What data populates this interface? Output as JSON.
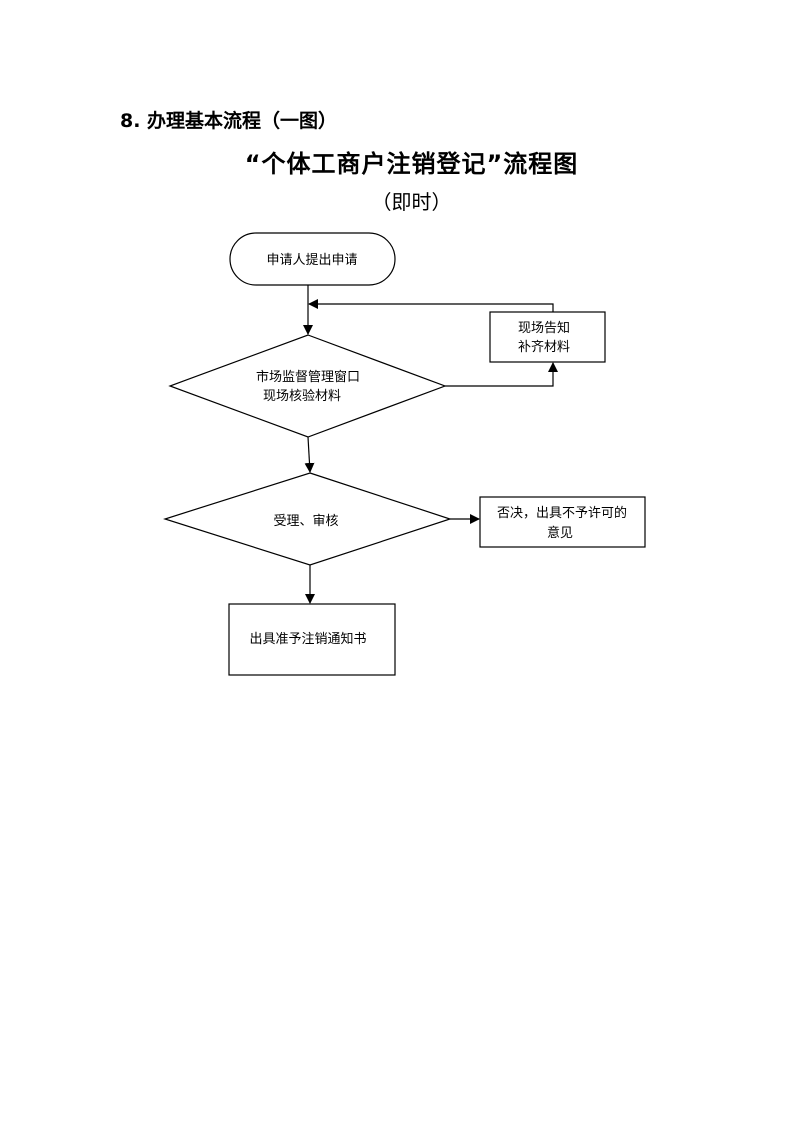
{
  "section_heading": "8. 办理基本流程（一图）",
  "title": "“个体工商户注销登记”流程图",
  "subtitle": "（即时）",
  "flowchart": {
    "start": "申请人提出申请",
    "check": {
      "line1": "市场监督管理窗口",
      "line2": "现场核验材料"
    },
    "supplement": {
      "line1": "现场告知",
      "line2": "补齐材料"
    },
    "review": "受理、审核",
    "reject": {
      "line1": "否决，出具不予许可的",
      "line2": "意见"
    },
    "approve": "出具准予注销通知书"
  }
}
